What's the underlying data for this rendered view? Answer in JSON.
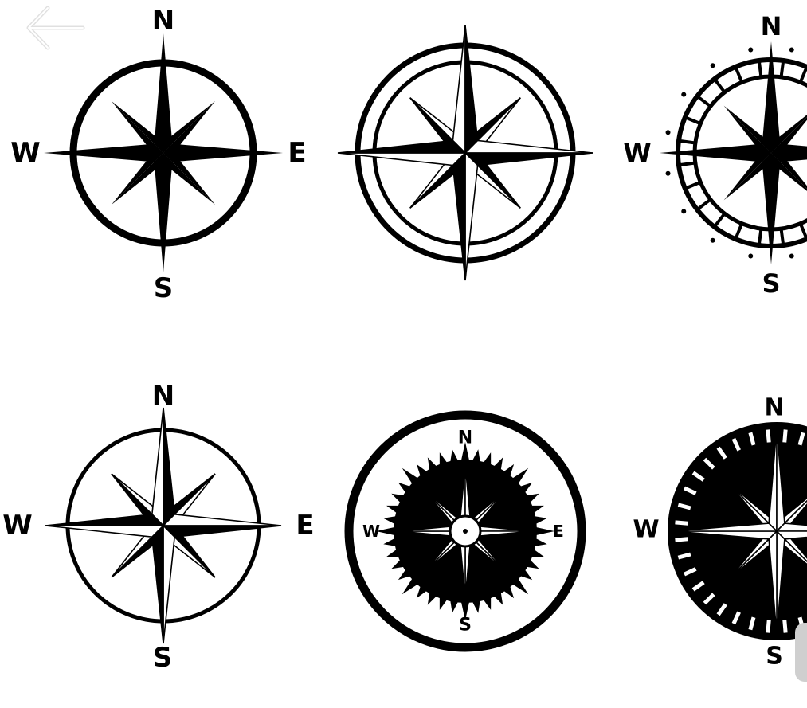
{
  "colors": {
    "ink": "#000000",
    "paper": "#ffffff",
    "back_arrow": "#e0e0e0",
    "edge_button": "#cfcfcf"
  },
  "icons": {
    "back": "arrow-left-icon"
  },
  "compasses": [
    {
      "name": "compass-1",
      "labels": {
        "n": "N",
        "e": "E",
        "s": "S",
        "w": "W"
      }
    },
    {
      "name": "compass-2",
      "labels": {}
    },
    {
      "name": "compass-3",
      "labels": {
        "n": "N",
        "s": "S",
        "w": "W"
      }
    },
    {
      "name": "compass-4",
      "labels": {
        "n": "N",
        "e": "E",
        "s": "S",
        "w": "W"
      }
    },
    {
      "name": "compass-5",
      "labels": {
        "n": "N",
        "e": "E",
        "s": "S",
        "w": "W"
      }
    },
    {
      "name": "compass-6",
      "labels": {
        "n": "N",
        "s": "S",
        "w": "W"
      }
    }
  ]
}
